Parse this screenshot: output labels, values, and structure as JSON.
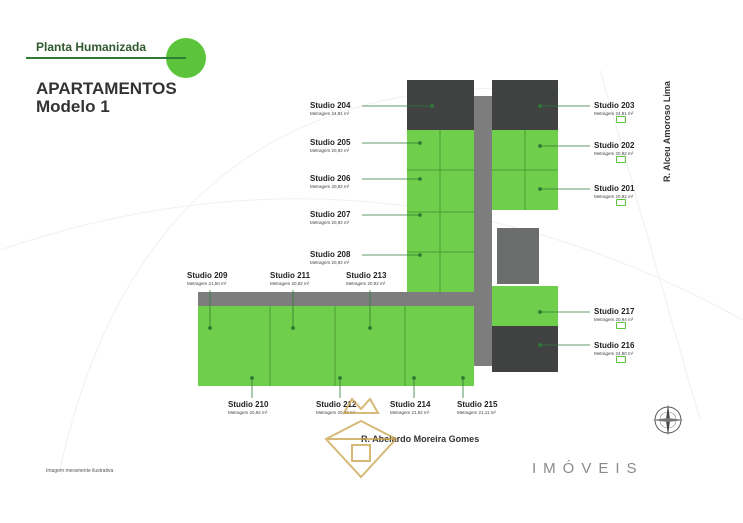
{
  "header": {
    "tag": "Planta Humanizada",
    "title_line1": "APARTAMENTOS",
    "title_line2": "Modelo 1"
  },
  "studios": {
    "s203": {
      "name": "Studio 203",
      "area": "Metragem 24,81 m²"
    },
    "s204": {
      "name": "Studio 204",
      "area": "Metragem 24,81 m²"
    },
    "s205": {
      "name": "Studio 205",
      "area": "Metragem 20,92 m²"
    },
    "s202": {
      "name": "Studio 202",
      "area": "Metragem 20,92 m²"
    },
    "s206": {
      "name": "Studio 206",
      "area": "Metragem 20,92 m²"
    },
    "s201": {
      "name": "Studio 201",
      "area": "Metragem 20,92 m²"
    },
    "s207": {
      "name": "Studio 207",
      "area": "Metragem 20,92 m²"
    },
    "s208": {
      "name": "Studio 208",
      "area": "Metragem 20,92 m²"
    },
    "s209": {
      "name": "Studio 209",
      "area": "Metragem 21,50 m²"
    },
    "s211": {
      "name": "Studio 211",
      "area": "Metragem 20,92 m²"
    },
    "s213": {
      "name": "Studio 213",
      "area": "Metragem 20,92 m²"
    },
    "s217": {
      "name": "Studio 217",
      "area": "Metragem 20,94 m²"
    },
    "s216": {
      "name": "Studio 216",
      "area": "Metragem 24,80 m²"
    },
    "s210": {
      "name": "Studio 210",
      "area": "Metragem 20,92 m²"
    },
    "s212": {
      "name": "Studio 212",
      "area": "Metragem 20,92 m²"
    },
    "s214": {
      "name": "Studio 214",
      "area": "Metragem 21,92 m²"
    },
    "s215": {
      "name": "Studio 215",
      "area": "Metragem 21,11 m²"
    }
  },
  "streets": {
    "vertical": "R. Alceu Amoroso Lima",
    "horizontal": "R. Abelardo Moreira Gomes"
  },
  "footnote": "Imagem meramente ilustrativa",
  "brand": "IMÓVEIS",
  "colors": {
    "accent": "#5cc43a",
    "unit_fill": "#6fcf4c",
    "corridor": "#7a7a7a"
  }
}
